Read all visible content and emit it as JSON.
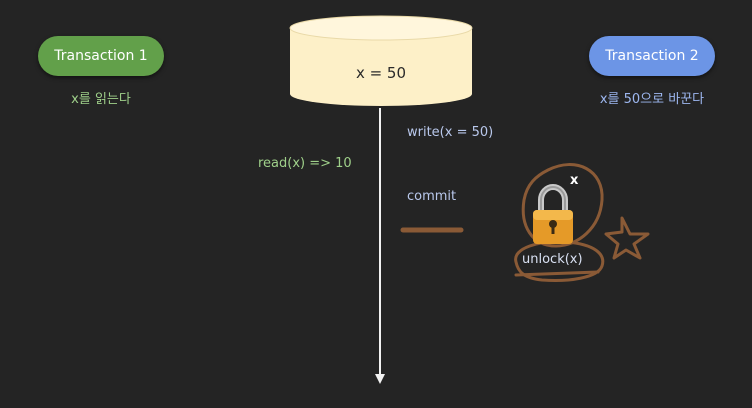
{
  "transaction1": {
    "label": "Transaction 1",
    "caption": "x를 읽는다",
    "color": "#62a04a"
  },
  "transaction2": {
    "label": "Transaction 2",
    "caption": "x를 50으로 바꾼다",
    "color": "#6c95e6"
  },
  "database": {
    "value_text": "x = 50",
    "color": "#fdf0c8"
  },
  "events": {
    "read": "read(x) => 10",
    "write": "write(x = 50)",
    "commit": "commit",
    "unlock": "unlock(x)"
  },
  "lock": {
    "mark": "x",
    "icon": "padlock-icon"
  },
  "annotation_color": "#8a5a36"
}
